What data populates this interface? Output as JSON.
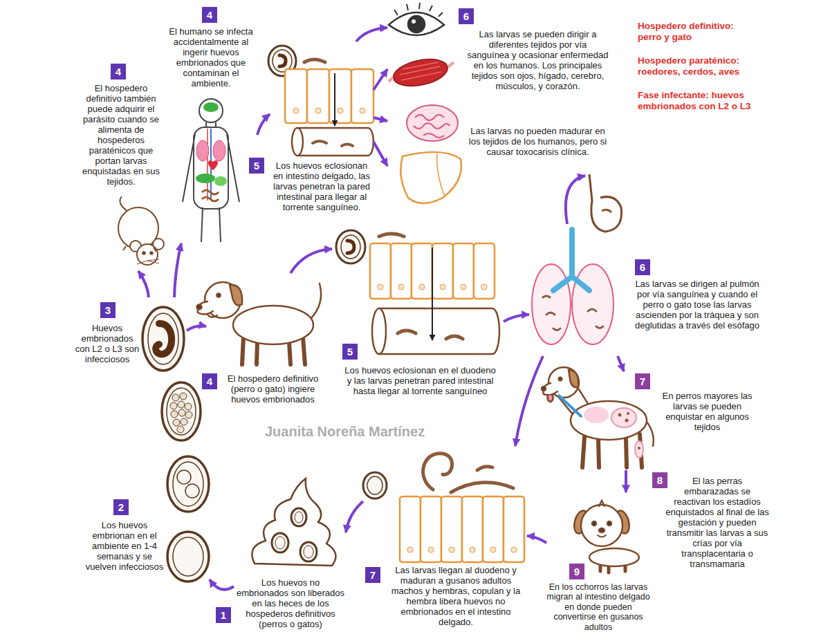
{
  "diagram": {
    "nodes": [
      {
        "text": [
          "1",
          "Los huevos no embrionados son liberados en las heces de los hospederos definitivos (perros o gatos)"
        ]
      },
      {
        "text": [
          "2",
          "Los huevos embrionan en el ambiente en 1-4 semanas y se vuelven infecciosos"
        ]
      },
      {
        "text": [
          "3",
          "Huevos embrionados con L2 o L3 son infecciosos"
        ]
      },
      {
        "text": [
          "4",
          "El hospedero definitivo (perro o gato) ingiere huevos embrionados"
        ]
      },
      {
        "text": [
          "5",
          "Los huevos eclosionan en el duodeno y las larvas penetran pared intestinal hasta llegar al torrente sanguíneo"
        ]
      },
      {
        "text": [
          "6",
          "Las larvas se dirigen al pulmón por vía sanguínea y cuando el perro o gato tose las larvas ascienden por la tráquea y son deglutidas a través del esófago"
        ]
      },
      {
        "text": [
          "7",
          "En perros mayores las larvas se pueden enquistar en algunos tejidos"
        ]
      },
      {
        "text": [
          "8",
          "El las perras embarazadas se reactivan los estadíos enquistados al final de las gestación y pueden transmitir las larvas a sus crías por vía transplacentaria o transmamaria"
        ]
      },
      {
        "text": [
          "9",
          "En los cchorros las larvas migran al intestino delgado en donde pueden convertirse en gusanos adultos"
        ]
      },
      {
        "text": [
          "7",
          "Las larvas llegan al duodeno y maduran a gusanos adultos machos y hembras, copulan y la hembra libera huevos no embrionados en el intestino delgado."
        ]
      },
      {
        "text": [
          "4",
          "El humano se infecta accidentalmente al ingerir huevos embrionados que contaminan el ambiente."
        ]
      },
      {
        "text": [
          "4",
          "El hospedero definitivo también puede adquirir el parásito cuando se alimenta de hospederos paraténicos que portan larvas enquistadas en sus tejidos."
        ]
      },
      {
        "text": [
          "5",
          "Los huevos eclosionan en intestino delgado, las larvas penetran la pared intestinal para llegar al torrente sanguíneo."
        ]
      },
      {
        "text": [
          "6",
          "Las larvas se pueden dirigir a diferentes tejidos por vía sanguínea y ocasionar enfermedad en los humanos. Los principales tejidos son ojos, hígado, cerebro, músculos, y corazón.",
          "Las larvas no pueden madurar en los tejidos de los humanos, pero si causar toxocarisis clínica."
        ]
      }
    ],
    "edges": [
      {
        "from": 0,
        "to": 1,
        "arrow": "to"
      },
      {
        "from": 2,
        "to": 3,
        "arrow": "to"
      },
      {
        "from": 2,
        "to": 11,
        "arrow": "to"
      },
      {
        "from": 2,
        "to": 10,
        "arrow": "to"
      },
      {
        "from": 10,
        "to": 12,
        "arrow": "to"
      },
      {
        "from": 12,
        "to": 13,
        "arrow": "to"
      },
      {
        "from": 12,
        "to": 13,
        "arrow": "to"
      },
      {
        "from": 12,
        "to": 13,
        "arrow": "to"
      },
      {
        "from": 12,
        "to": 13,
        "arrow": "to"
      },
      {
        "from": 3,
        "to": 4,
        "arrow": "to"
      },
      {
        "from": 4,
        "to": 5,
        "arrow": "to"
      },
      {
        "from": 5,
        "to": 6,
        "arrow": "to"
      },
      {
        "from": 5,
        "to": 9,
        "arrow": "to"
      },
      {
        "from": 6,
        "to": 8,
        "arrow": "to"
      },
      {
        "from": 8,
        "to": 9,
        "arrow": "to"
      },
      {
        "from": 9,
        "to": 0,
        "arrow": "to"
      }
    ],
    "labels": [
      "Hospedero definitivo: perro y gato",
      "Hospedero paraténico: roedores, cerdos, aves",
      "Fase infectante: huevos embrionados con L2 o L3",
      "Juanita Noreña Martínez"
    ]
  }
}
